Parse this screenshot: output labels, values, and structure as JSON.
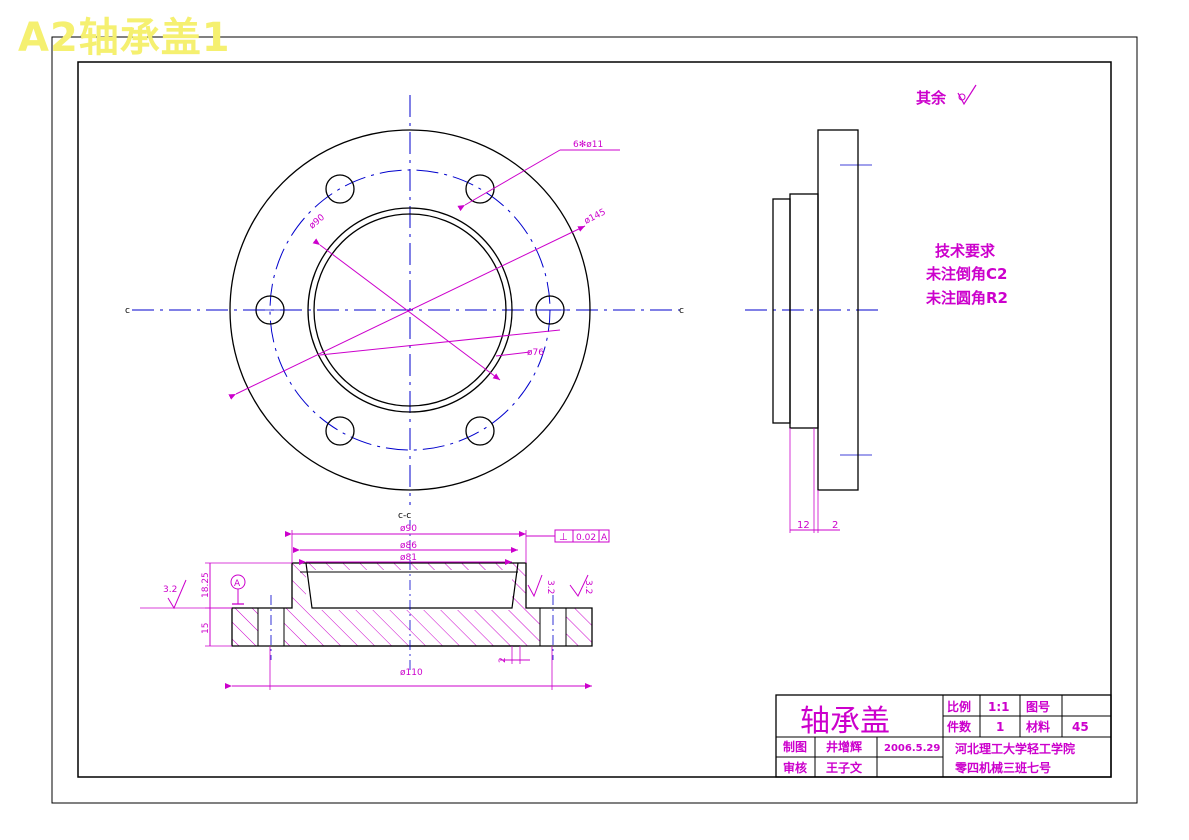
{
  "stamp": "A2轴承盖1",
  "roughness_note": "其余",
  "tech_req": {
    "title": "技术要求",
    "line1": "未注倒角C2",
    "line2": "未注圆角R2"
  },
  "top_view": {
    "holes": "6✻ø11",
    "d145": "ø145",
    "d90": "ø90",
    "d76": "ø76",
    "section_mark": "c",
    "section_mark_bottom": "c-c"
  },
  "side_view": {
    "dim_12": "12",
    "dim_2": "2"
  },
  "section": {
    "d90": "ø90",
    "d86": "ø86",
    "d81": "ø81",
    "d110": "ø110",
    "h1825": "18.25",
    "h15": "15",
    "r32_left": "3.2",
    "r32_mid": "3.2",
    "r32_right": "3.2",
    "dim_2": "2",
    "datum": "A",
    "tol_symbol": "⊥",
    "tol_value": "0.02",
    "tol_ref": "A"
  },
  "title_block": {
    "part_name": "轴承盖",
    "scale_label": "比例",
    "scale_value": "1:1",
    "drawing_no_label": "图号",
    "qty_label": "件数",
    "qty_value": "1",
    "material_label": "材料",
    "material_value": "45",
    "drawn_label": "制图",
    "drawn_by": "井增辉",
    "date": "2006.5.29",
    "checked_label": "审核",
    "checked_by": "王子文",
    "school": "河北理工大学轻工学院",
    "class": "零四机械三班七号"
  }
}
